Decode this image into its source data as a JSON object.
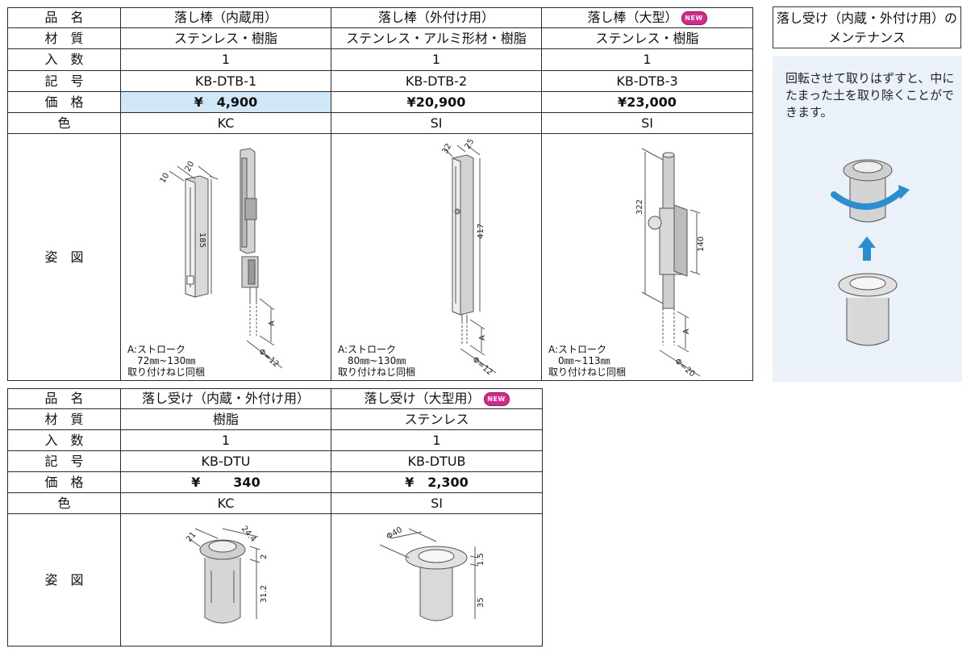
{
  "table1": {
    "header_label": "品　名",
    "row_labels": {
      "material": "材　質",
      "qty": "入　数",
      "code": "記　号",
      "price": "価　格",
      "color": "色",
      "figure": "姿　図"
    },
    "products": [
      {
        "name": "落し棒（内蔵用）",
        "is_new": false,
        "material": "ステンレス・樹脂",
        "qty": "1",
        "code": "KB-DTB-1",
        "price": "4,900",
        "color": "KC",
        "highlight": true,
        "note": "A:ストローク\n　72㎜~130㎜\n取り付けねじ同梱",
        "dims": [
          "10",
          "20",
          "185",
          "A",
          "Φ=12"
        ]
      },
      {
        "name": "落し棒（外付け用）",
        "is_new": false,
        "material": "ステンレス・アルミ形材・樹脂",
        "qty": "1",
        "code": "KB-DTB-2",
        "price": "20,900",
        "color": "SI",
        "highlight": false,
        "note": "A:ストローク\n　80㎜~130㎜\n取り付けねじ同梱",
        "dims": [
          "32",
          "25",
          "417",
          "A",
          "Φ=12"
        ]
      },
      {
        "name": "落し棒（大型）",
        "is_new": true,
        "material": "ステンレス・樹脂",
        "qty": "1",
        "code": "KB-DTB-3",
        "price": "23,000",
        "color": "SI",
        "highlight": false,
        "note": "A:ストローク\n　0㎜~113㎜\n取り付けねじ同梱",
        "dims": [
          "322",
          "140",
          "A",
          "Φ=20"
        ]
      }
    ]
  },
  "table2": {
    "header_label": "品　名",
    "row_labels": {
      "material": "材　質",
      "qty": "入　数",
      "code": "記　号",
      "price": "価　格",
      "color": "色",
      "figure": "姿　図"
    },
    "products": [
      {
        "name": "落し受け（内蔵・外付け用）",
        "is_new": false,
        "material": "樹脂",
        "qty": "1",
        "code": "KB-DTU",
        "price": "340",
        "color": "KC",
        "dims": [
          "21",
          "24.4",
          "2",
          "31.2"
        ]
      },
      {
        "name": "落し受け（大型用）",
        "is_new": true,
        "material": "ステンレス",
        "qty": "1",
        "code": "KB-DTUB",
        "price": "2,300",
        "color": "SI",
        "dims": [
          "Φ40",
          "1.5",
          "35"
        ]
      }
    ]
  },
  "currency": "¥",
  "new_badge": "NEW",
  "maintenance": {
    "title_line1": "落し受け（内蔵・外付け用）の",
    "title_line2": "メンテナンス",
    "text": "回転させて取りはずすと、中にたまった土を取り除くことができます。"
  },
  "colors": {
    "highlight": "#cfe7f6",
    "panel": "#eaf1f9",
    "new_badge": "#d9268a",
    "arrow": "#2a8fd0"
  }
}
